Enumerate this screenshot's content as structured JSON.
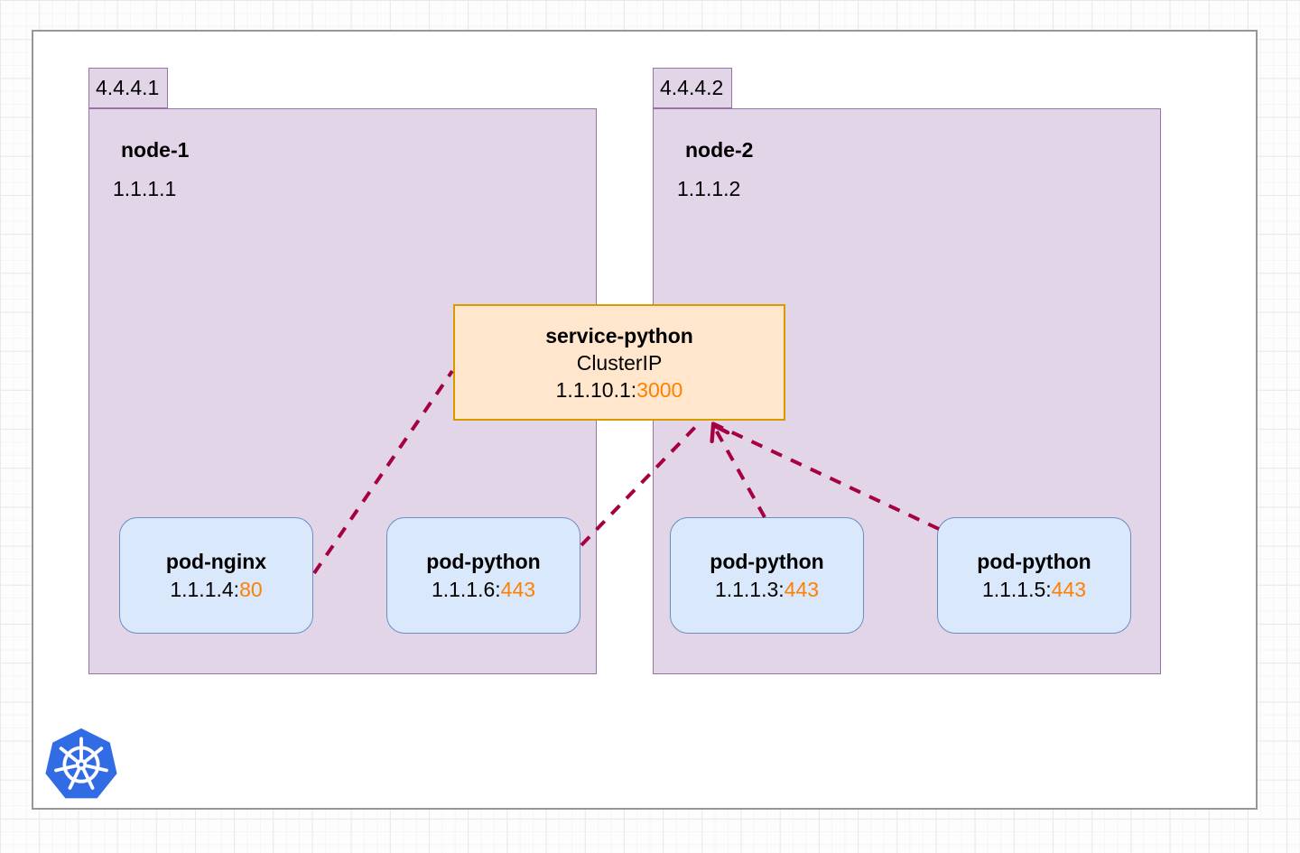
{
  "diagram": {
    "title": "kubernetes-service-clusterip-diagram",
    "nodes": [
      {
        "tab": "4.4.4.1",
        "name": "node-1",
        "ip": "1.1.1.1"
      },
      {
        "tab": "4.4.4.2",
        "name": "node-2",
        "ip": "1.1.1.2"
      }
    ],
    "service": {
      "name": "service-python",
      "type": "ClusterIP",
      "addr": "1.1.10.1:",
      "port": "3000"
    },
    "pods": [
      {
        "name": "pod-nginx",
        "addr": "1.1.1.4:",
        "port": "80",
        "node": "node-1"
      },
      {
        "name": "pod-python",
        "addr": "1.1.1.6:",
        "port": "443",
        "node": "node-1"
      },
      {
        "name": "pod-python",
        "addr": "1.1.1.3:",
        "port": "443",
        "node": "node-2"
      },
      {
        "name": "pod-python",
        "addr": "1.1.1.5:",
        "port": "443",
        "node": "node-2"
      }
    ],
    "edges": [
      {
        "from": "service-python",
        "to": "pod-nginx 1.1.1.4:80",
        "style": "dashed"
      },
      {
        "from": "service-python",
        "to": "pod-python 1.1.1.6:443",
        "style": "dashed"
      },
      {
        "from": "service-python",
        "to": "pod-python 1.1.1.3:443",
        "style": "dashed",
        "arrowhead": "at-service"
      },
      {
        "from": "service-python",
        "to": "pod-python 1.1.1.5:443",
        "style": "dashed"
      }
    ],
    "icons": {
      "logo": "kubernetes-logo"
    },
    "colors": {
      "node_fill": "#e1d5e7",
      "node_stroke": "#9673a6",
      "service_fill": "#ffe6cc",
      "service_stroke": "#d79b00",
      "pod_fill": "#dae8fc",
      "pod_stroke": "#6c8ebf",
      "edge": "#a50040",
      "port_text": "#ff8000",
      "kubernetes_blue": "#326ce5"
    }
  }
}
